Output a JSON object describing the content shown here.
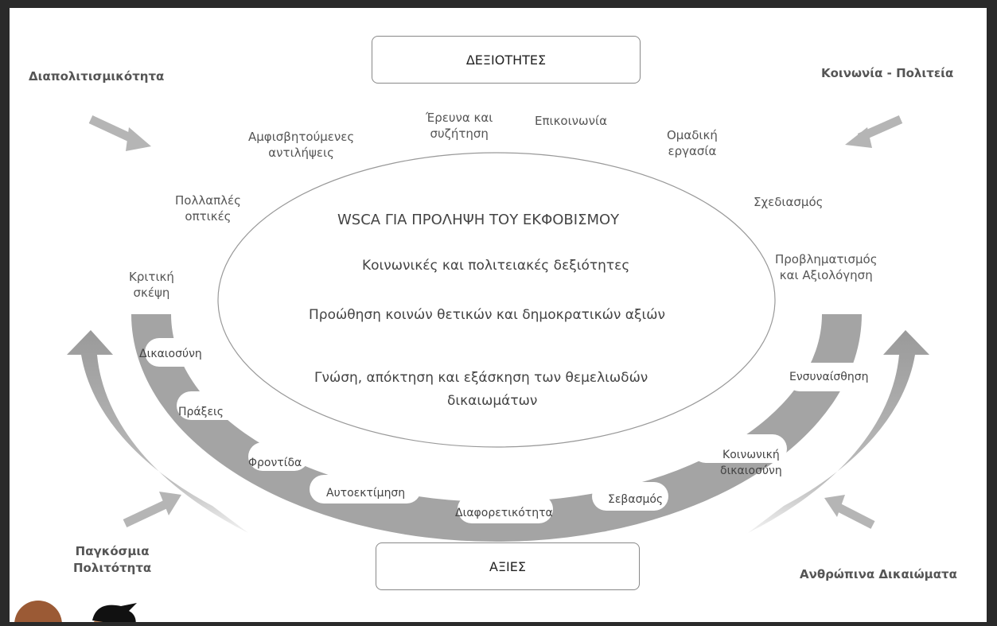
{
  "top_box": "ΔΕΞΙΟΤΗΤΕΣ",
  "bottom_box": "ΑΞΙΕΣ",
  "corners": {
    "top_left": "Διαπολιτισμικότητα",
    "top_right": "Κοινωνία - Πολιτεία",
    "bottom_left_1": "Παγκόσμια",
    "bottom_left_2": "Πολιτότητα",
    "bottom_right": "Ανθρώπινα Δικαιώματα"
  },
  "center": {
    "title": "WSCA ΓΙΑ ΠΡΟΛΗΨΗ ΤΟΥ ΕΚΦΟΒΙΣΜΟΥ",
    "line1": "Κοινωνικές και πολιτειακές δεξιότητες",
    "line2": "Προώθηση κοινών θετικών και δημοκρατικών αξιών",
    "line3a": "Γνώση, απόκτηση και εξάσκηση των θεμελιωδών",
    "line3b": "δικαιωμάτων"
  },
  "skills": {
    "critical_1": "Κριτική",
    "critical_2": "σκέψη",
    "multiple_1": "Πολλαπλές",
    "multiple_2": "οπτικές",
    "disputed_1": "Αμφισβητούμενες",
    "disputed_2": "αντιλήψεις",
    "research_1": "Έρευνα και",
    "research_2": "συζήτηση",
    "communication": "Επικοινωνία",
    "teamwork_1": "Ομαδική",
    "teamwork_2": "εργασία",
    "planning": "Σχεδιασμός",
    "reflection_1": "Προβληματισμός",
    "reflection_2": "και Αξιολόγηση"
  },
  "values": {
    "justice": "Δικαιοσύνη",
    "actions": "Πράξεις",
    "care": "Φροντίδα",
    "self_esteem": "Αυτοεκτίμηση",
    "diversity": "Διαφορετικότητα",
    "respect": "Σεβασμός",
    "social_justice_1": "Κοινωνική",
    "social_justice_2": "δικαιοσύνη",
    "empathy": "Ενσυναίσθηση"
  }
}
